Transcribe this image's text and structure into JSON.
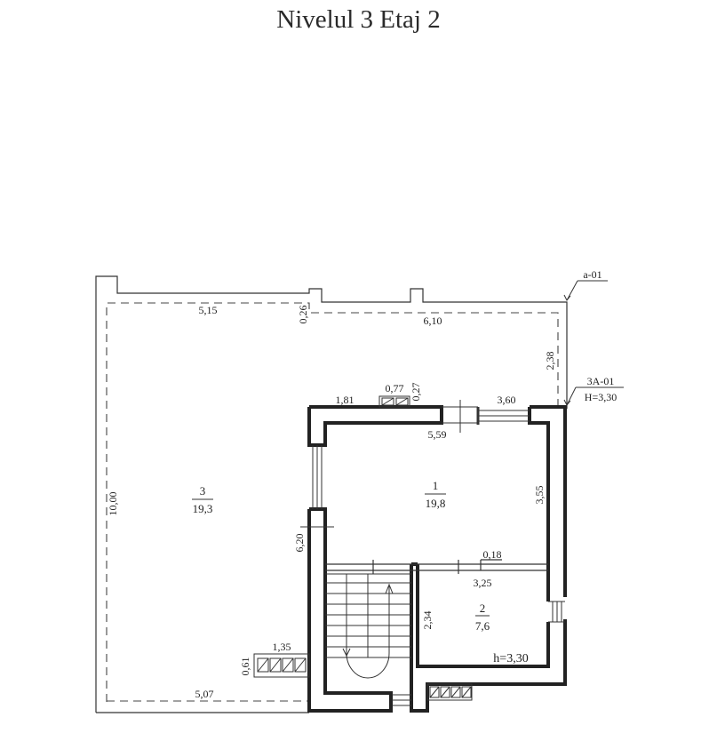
{
  "title": "Nivelul 3 Etaj 2",
  "rooms": [
    {
      "number": "1",
      "area": "19,8"
    },
    {
      "number": "2",
      "area": "7,6"
    },
    {
      "number": "3",
      "area": "19,3"
    }
  ],
  "dimensions": {
    "top_left_length": "5,15",
    "top_step": "0,26",
    "top_right_length": "6,10",
    "right_upper_height": "2,38",
    "left_height": "10,00",
    "bottom_left_length": "5,07",
    "vent_top_width": "0,77",
    "vent_top_depth": "0,27",
    "room1_left_segment": "1,81",
    "room1_door_span": "3,60",
    "room1_width": "5,59",
    "room1_height": "3,55",
    "stair_height": "6,20",
    "partition_thickness": "0,18",
    "room2_width": "3,25",
    "room2_height": "2,34",
    "vent_bottom_width": "1,35",
    "vent_bottom_depth": "0,61"
  },
  "annotations": {
    "axis_a": "a-01",
    "axis_3a": "3A-01",
    "level_height": "H=3,30",
    "room_height": "h=3,30"
  }
}
